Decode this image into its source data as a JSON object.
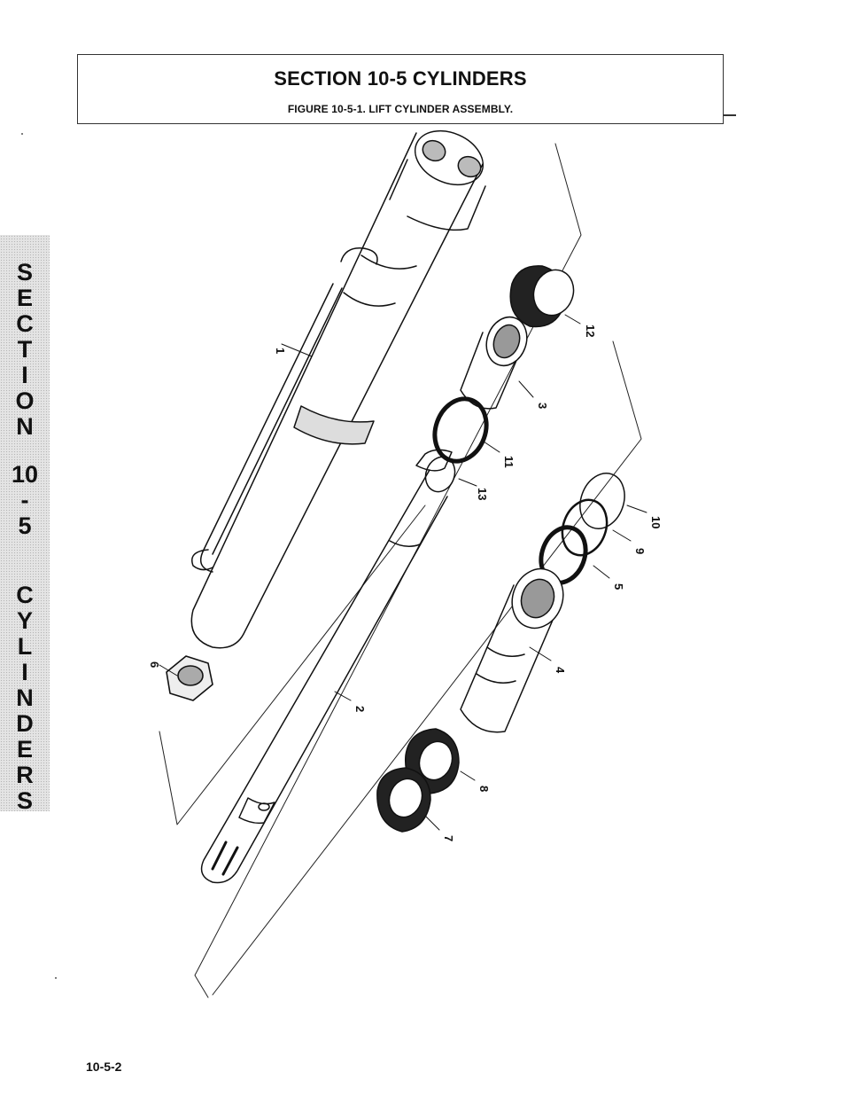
{
  "header": {
    "section_title": "SECTION 10-5 CYLINDERS",
    "figure_title": "FIGURE 10-5-1. LIFT CYLINDER ASSEMBLY."
  },
  "side_tab": {
    "letters": [
      "S",
      "E",
      "C",
      "T",
      "I",
      "O",
      "N",
      "10",
      "-",
      "5",
      "C",
      "Y",
      "L",
      "I",
      "N",
      "D",
      "E",
      "R",
      "S"
    ]
  },
  "diagram": {
    "callouts": [
      "1",
      "2",
      "3",
      "4",
      "5",
      "6",
      "7",
      "8",
      "9",
      "10",
      "11",
      "12",
      "13"
    ]
  },
  "footer": {
    "page_number": "10-5-2"
  }
}
